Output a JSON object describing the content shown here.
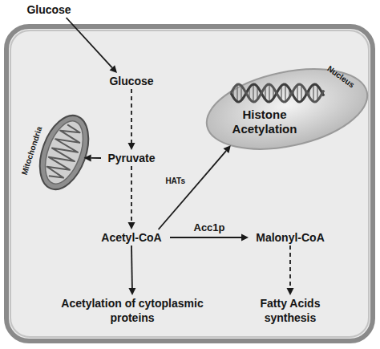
{
  "diagram": {
    "nodes": [
      {
        "text": [
          "Glucose"
        ]
      },
      {
        "text": [
          "Glucose"
        ]
      },
      {
        "text": [
          "Mitochondria"
        ]
      },
      {
        "text": [
          "Pyruvate"
        ]
      },
      {
        "text": [
          "Nucleus",
          "Histone Acetylation"
        ]
      },
      {
        "text": [
          "Acetyl-CoA"
        ]
      },
      {
        "text": [
          "Malonyl-CoA"
        ]
      },
      {
        "text": [
          "Acetylation of cytoplasmic proteins"
        ]
      },
      {
        "text": [
          "Fatty Acids synthesis"
        ]
      }
    ],
    "edges": [
      {
        "from": 0,
        "to": 1,
        "arrow": "to"
      },
      {
        "from": 1,
        "to": 3,
        "arrow": "to"
      },
      {
        "from": 3,
        "to": 2,
        "arrow": "to"
      },
      {
        "from": 3,
        "to": 5,
        "arrow": "to"
      },
      {
        "from": 5,
        "to": 4,
        "label": "HATs",
        "arrow": "to"
      },
      {
        "from": 5,
        "to": 6,
        "label": "Acc1p",
        "arrow": "to"
      },
      {
        "from": 5,
        "to": 7,
        "arrow": "to"
      },
      {
        "from": 6,
        "to": 8,
        "arrow": "to"
      }
    ]
  }
}
